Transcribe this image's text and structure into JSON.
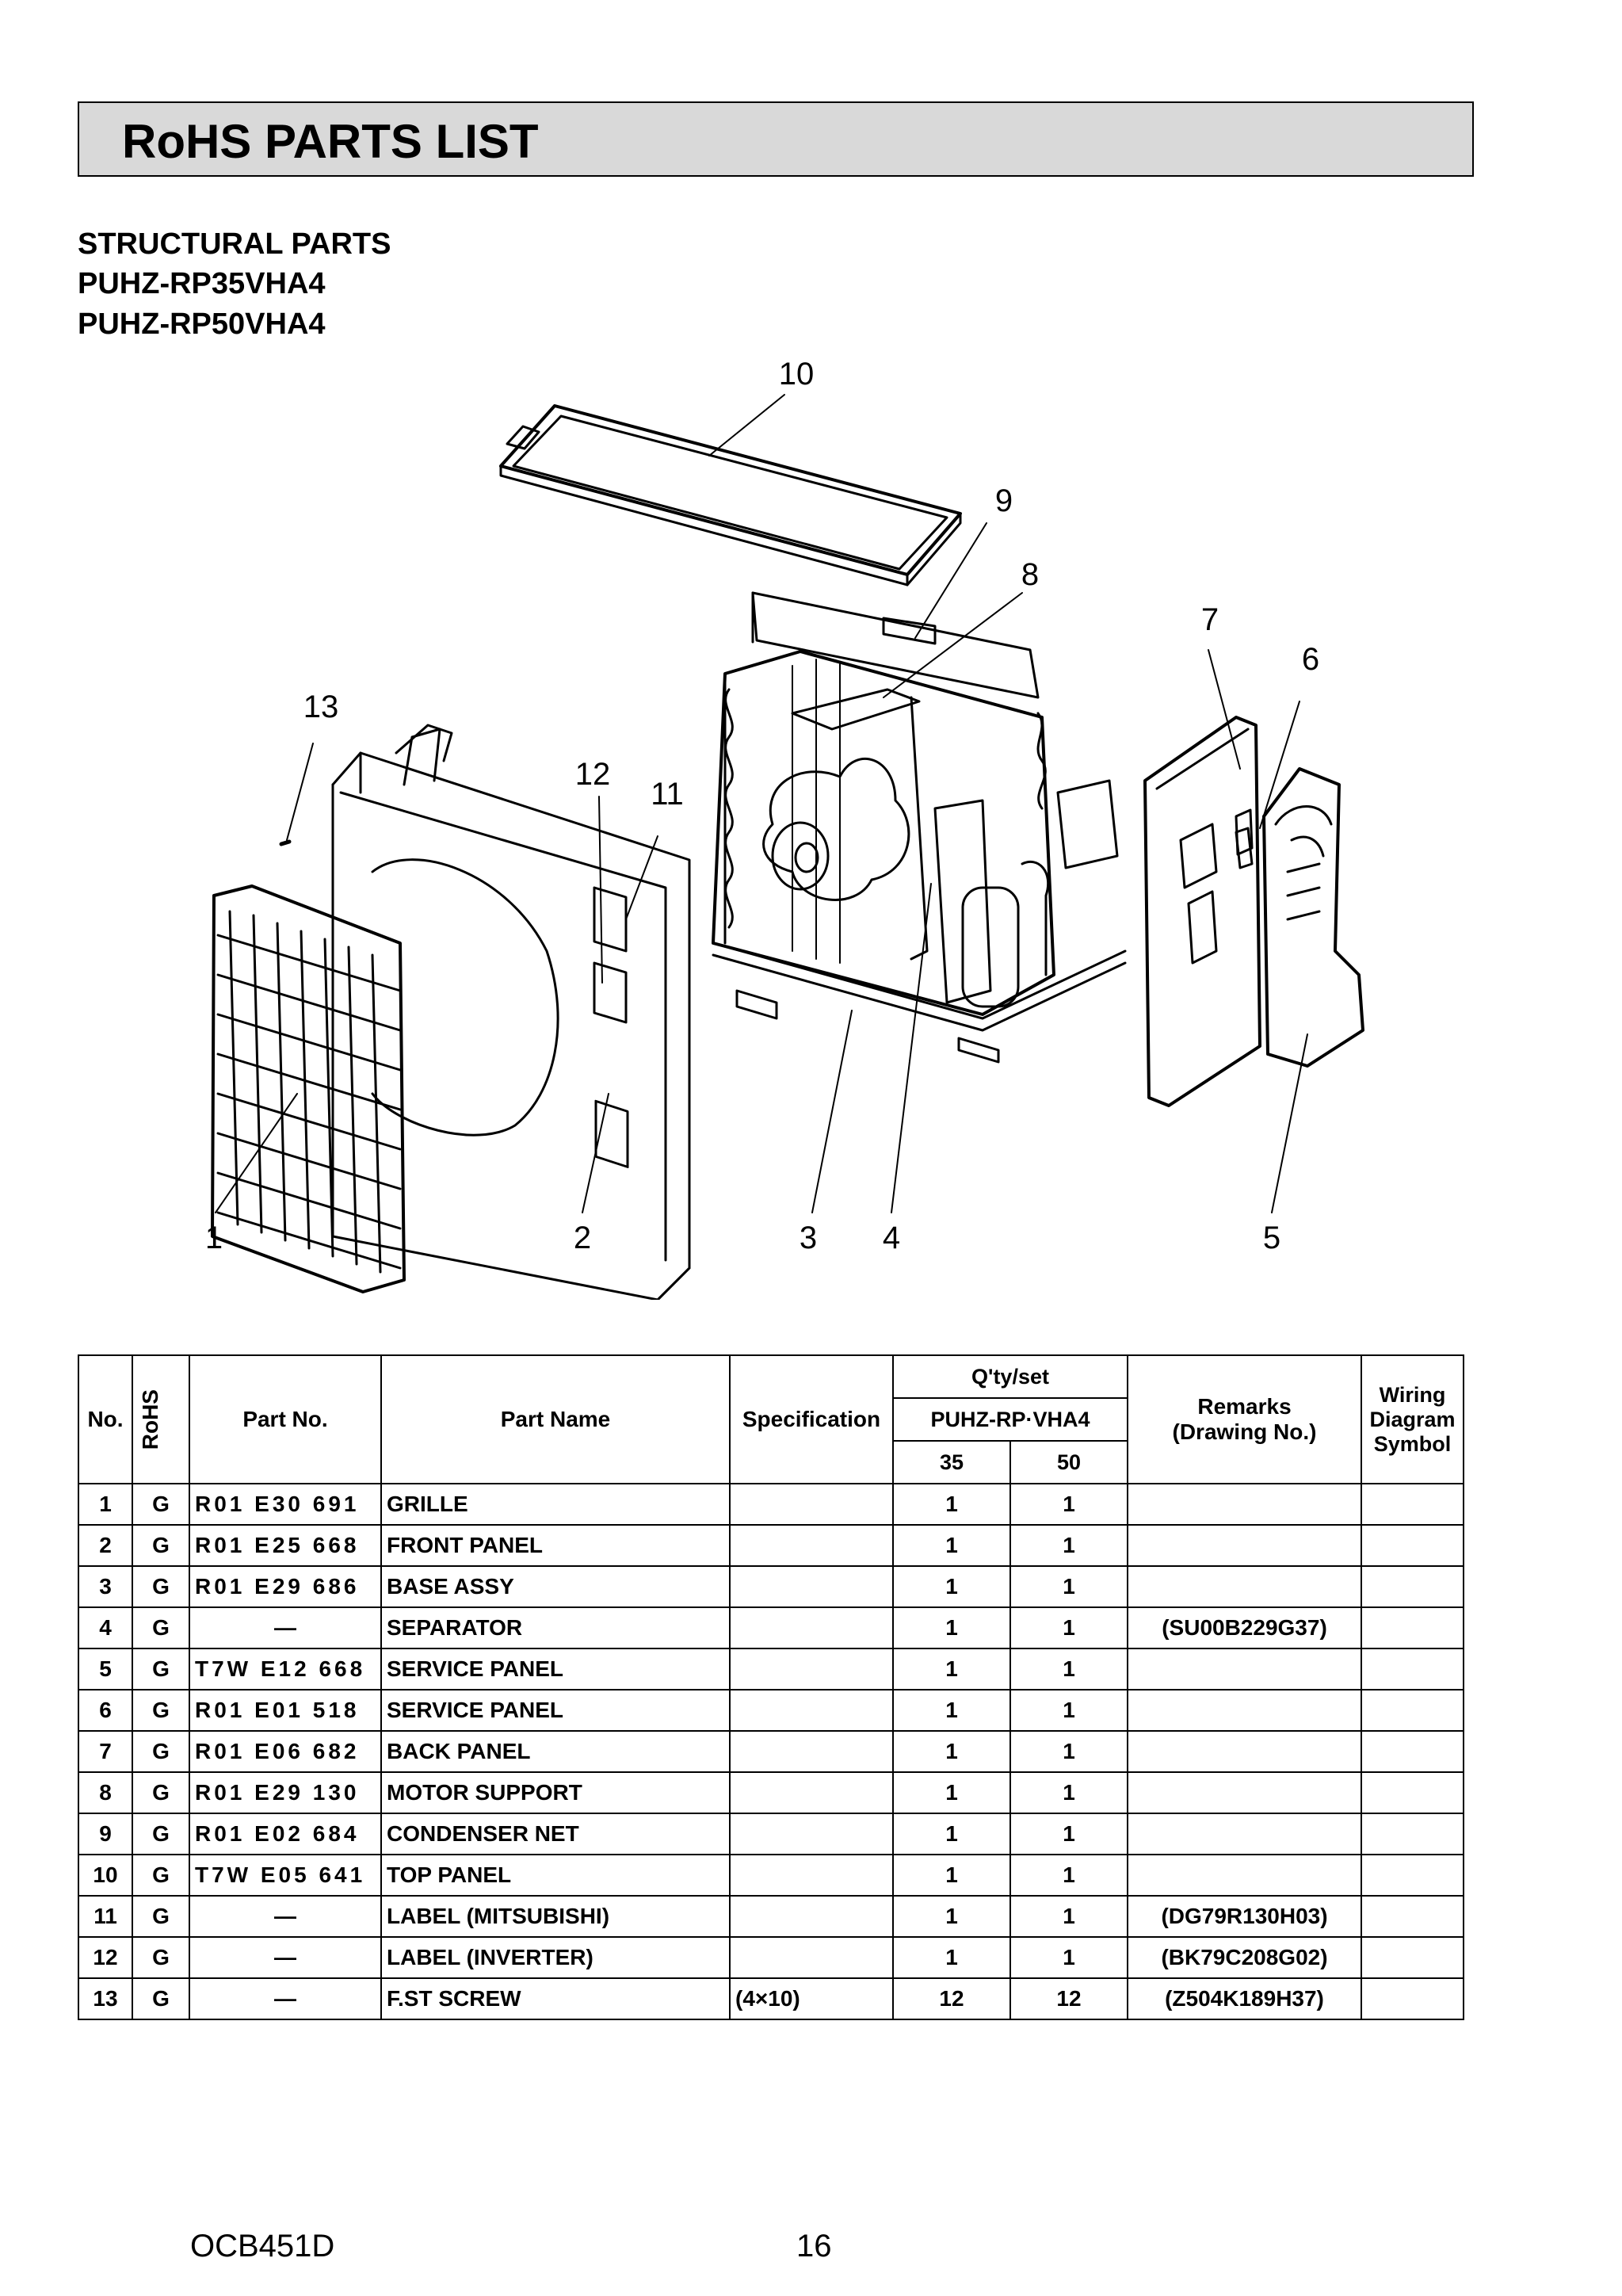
{
  "page_title": "RoHS PARTS LIST",
  "subtitles": [
    "STRUCTURAL PARTS",
    "PUHZ-RP35VHA4",
    "PUHZ-RP50VHA4"
  ],
  "callouts": [
    "1",
    "2",
    "3",
    "4",
    "5",
    "6",
    "7",
    "8",
    "9",
    "10",
    "11",
    "12",
    "13"
  ],
  "table": {
    "headers": {
      "no": "No.",
      "rohs": "RoHS",
      "part_no": "Part No.",
      "part_name": "Part Name",
      "specification": "Specification",
      "qty_set": "Q'ty/set",
      "model": "PUHZ-RP·VHA4",
      "q35": "35",
      "q50": "50",
      "remarks_1": "Remarks",
      "remarks_2": "(Drawing No.)",
      "wiring_1": "Wiring",
      "wiring_2": "Diagram",
      "wiring_3": "Symbol"
    },
    "rows": [
      {
        "no": "1",
        "rohs": "G",
        "part_no": "R01 E30 691",
        "name": "GRILLE",
        "spec": "",
        "q35": "1",
        "q50": "1",
        "remarks": "",
        "wiring": ""
      },
      {
        "no": "2",
        "rohs": "G",
        "part_no": "R01 E25 668",
        "name": "FRONT PANEL",
        "spec": "",
        "q35": "1",
        "q50": "1",
        "remarks": "",
        "wiring": ""
      },
      {
        "no": "3",
        "rohs": "G",
        "part_no": "R01 E29 686",
        "name": "BASE ASSY",
        "spec": "",
        "q35": "1",
        "q50": "1",
        "remarks": "",
        "wiring": ""
      },
      {
        "no": "4",
        "rohs": "G",
        "part_no": "—",
        "name": "SEPARATOR",
        "spec": "",
        "q35": "1",
        "q50": "1",
        "remarks": "(SU00B229G37)",
        "wiring": ""
      },
      {
        "no": "5",
        "rohs": "G",
        "part_no": "T7W E12 668",
        "name": "SERVICE PANEL",
        "spec": "",
        "q35": "1",
        "q50": "1",
        "remarks": "",
        "wiring": ""
      },
      {
        "no": "6",
        "rohs": "G",
        "part_no": "R01 E01 518",
        "name": "SERVICE PANEL",
        "spec": "",
        "q35": "1",
        "q50": "1",
        "remarks": "",
        "wiring": ""
      },
      {
        "no": "7",
        "rohs": "G",
        "part_no": "R01 E06 682",
        "name": "BACK PANEL",
        "spec": "",
        "q35": "1",
        "q50": "1",
        "remarks": "",
        "wiring": ""
      },
      {
        "no": "8",
        "rohs": "G",
        "part_no": "R01 E29 130",
        "name": "MOTOR SUPPORT",
        "spec": "",
        "q35": "1",
        "q50": "1",
        "remarks": "",
        "wiring": ""
      },
      {
        "no": "9",
        "rohs": "G",
        "part_no": "R01 E02 684",
        "name": "CONDENSER NET",
        "spec": "",
        "q35": "1",
        "q50": "1",
        "remarks": "",
        "wiring": ""
      },
      {
        "no": "10",
        "rohs": "G",
        "part_no": "T7W E05 641",
        "name": "TOP PANEL",
        "spec": "",
        "q35": "1",
        "q50": "1",
        "remarks": "",
        "wiring": ""
      },
      {
        "no": "11",
        "rohs": "G",
        "part_no": "—",
        "name": "LABEL (MITSUBISHI)",
        "spec": "",
        "q35": "1",
        "q50": "1",
        "remarks": "(DG79R130H03)",
        "wiring": ""
      },
      {
        "no": "12",
        "rohs": "G",
        "part_no": "—",
        "name": "LABEL (INVERTER)",
        "spec": "",
        "q35": "1",
        "q50": "1",
        "remarks": "(BK79C208G02)",
        "wiring": ""
      },
      {
        "no": "13",
        "rohs": "G",
        "part_no": "—",
        "name": "F.ST SCREW",
        "spec": "(4×10)",
        "q35": "12",
        "q50": "12",
        "remarks": "(Z504K189H37)",
        "wiring": ""
      }
    ]
  },
  "footer": {
    "doc_code": "OCB451D",
    "page_number": "16"
  }
}
